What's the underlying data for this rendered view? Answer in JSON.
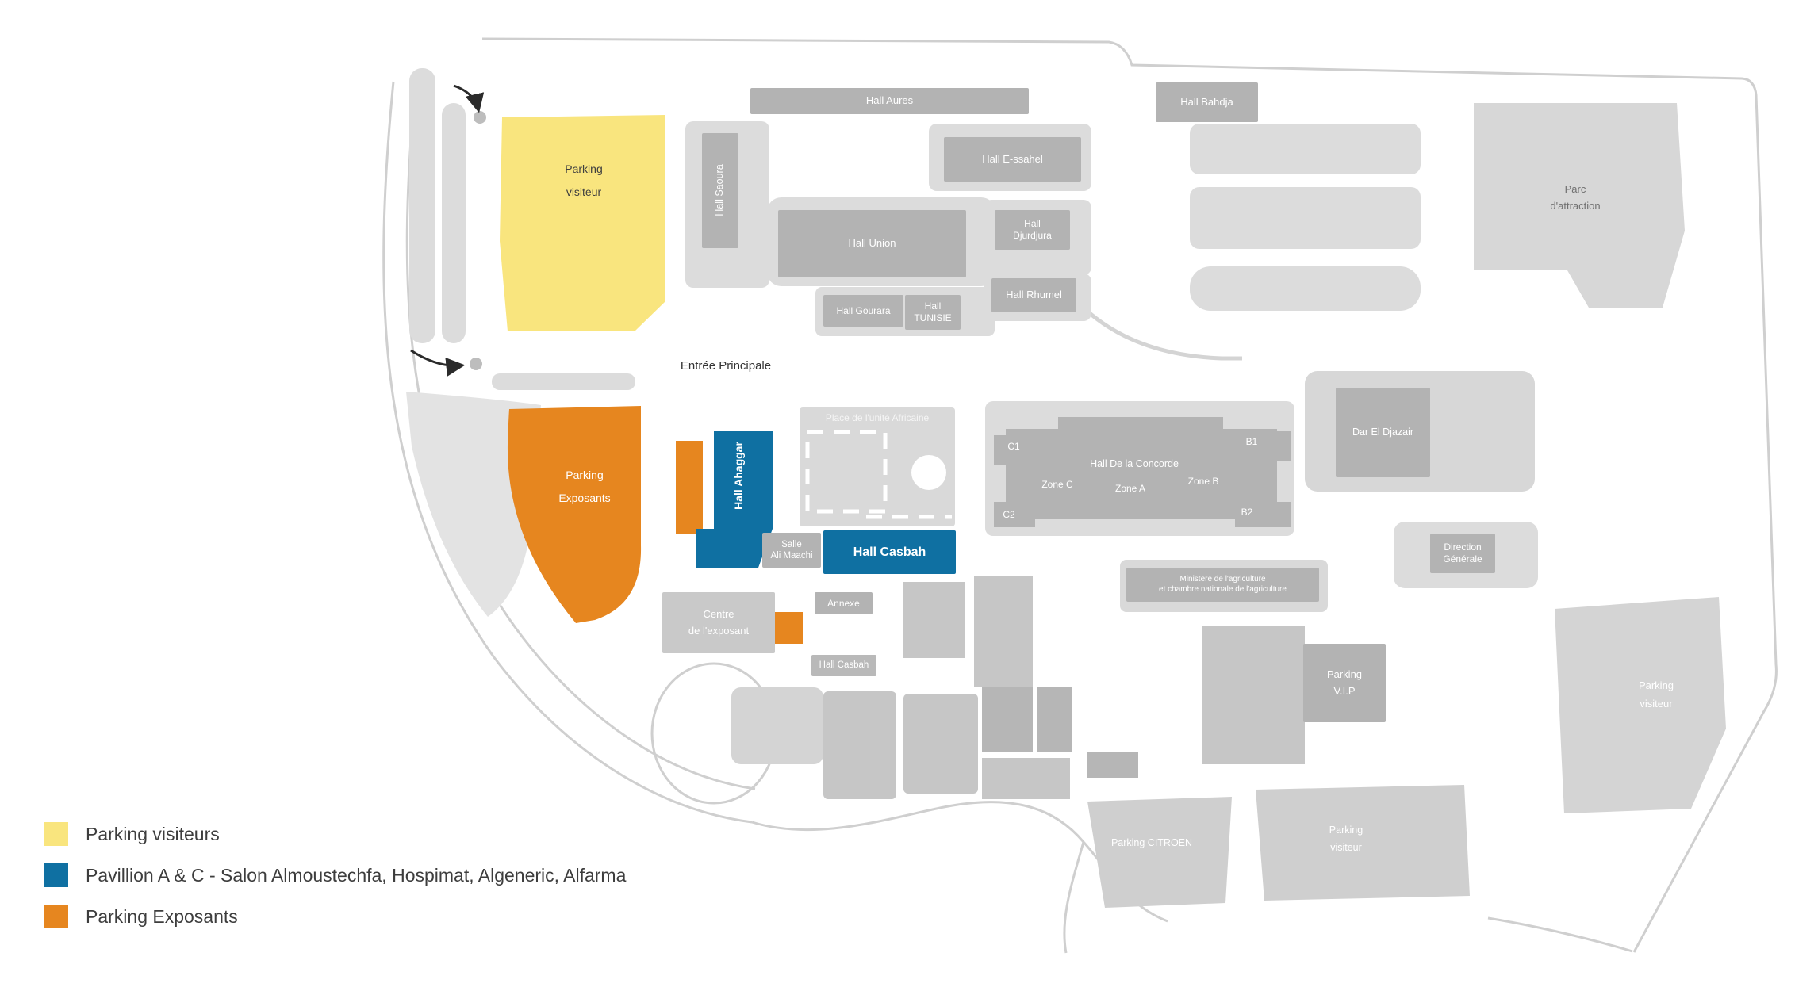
{
  "colors": {
    "parking_visitors_yellow": "#f9e57e",
    "pavilion_blue": "#0f70a2",
    "parking_exhibitors_orange": "#e6861f",
    "building_gray": "#b3b3b3",
    "area_light_gray": "#dcdcdc"
  },
  "map": {
    "entrance_label": "Entrée Principale",
    "halls": {
      "aures": "Hall Aures",
      "bahdja": "Hall Bahdja",
      "saoura": "Hall Saoura",
      "e_ssahel": "Hall E-ssahel",
      "union": "Hall Union",
      "djurdjura": [
        "Hall",
        "Djurdjura"
      ],
      "rhumel": "Hall Rhumel",
      "gourara": "Hall Gourara",
      "tunisie": [
        "Hall",
        "TUNISIE"
      ],
      "ahaggar": "Hall Ahaggar",
      "casbah": "Hall Casbah",
      "casbah_annex": "Hall Casbah",
      "concorde": "Hall De la Concorde",
      "dar_el_djazair": "Dar El Djazair",
      "salle_ali_maachi": [
        "Salle",
        "Ali Maachi"
      ],
      "annexe": "Annexe"
    },
    "concorde_zones": {
      "c1": "C1",
      "b1": "B1",
      "c2": "C2",
      "b2": "B2",
      "zone_c": "Zone C",
      "zone_a": "Zone A",
      "zone_b": "Zone B"
    },
    "places": {
      "unite_africaine": "Place de l'unité Africaine",
      "parc_attraction": [
        "Parc",
        "d'attraction"
      ],
      "direction_generale": [
        "Direction",
        "Générale"
      ],
      "centre_exposant": [
        "Centre",
        "de l'exposant"
      ],
      "ministere": [
        "Ministere de l'agriculture",
        "et chambre nationale de l'agriculture"
      ]
    },
    "parkings": {
      "visiteur_nord": [
        "Parking",
        "visiteur"
      ],
      "exposants": [
        "Parking",
        "Exposants"
      ],
      "vip": [
        "Parking",
        "V.I.P"
      ],
      "citroen": "Parking CITROEN",
      "visiteur_sud": [
        "Parking",
        "visiteur"
      ],
      "visiteur_est": [
        "Parking",
        "visiteur"
      ]
    }
  },
  "legend": {
    "items": [
      {
        "label": "Parking visiteurs",
        "color": "#f9e57e"
      },
      {
        "label": "Pavillion A & C - Salon Almoustechfa, Hospimat, Algeneric, Alfarma",
        "color": "#0f70a2"
      },
      {
        "label": "Parking Exposants",
        "color": "#e6861f"
      }
    ]
  }
}
